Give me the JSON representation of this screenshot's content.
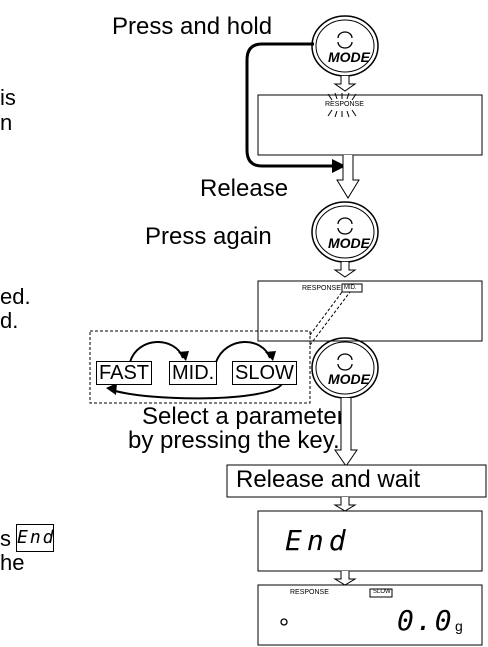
{
  "labels": {
    "press_and_hold": "Press and hold",
    "release": "Release",
    "press_again": "Press again",
    "select_line1": "Select a parameter",
    "select_line2": "by pressing the key.",
    "release_and_wait": "Release and wait"
  },
  "mode_key": {
    "label": "MODE"
  },
  "displays": {
    "response_label": "RESPONSE",
    "mid_indicator": "MID.",
    "slow_indicator": "SLOW",
    "end_text": "End",
    "weight_value": "0.0",
    "weight_unit": "g"
  },
  "options": [
    "FAST",
    "MID.",
    "SLOW"
  ],
  "left_fragments": [
    "is",
    "n",
    "ed.",
    "d.",
    "s",
    "he"
  ],
  "inline_end": "End"
}
